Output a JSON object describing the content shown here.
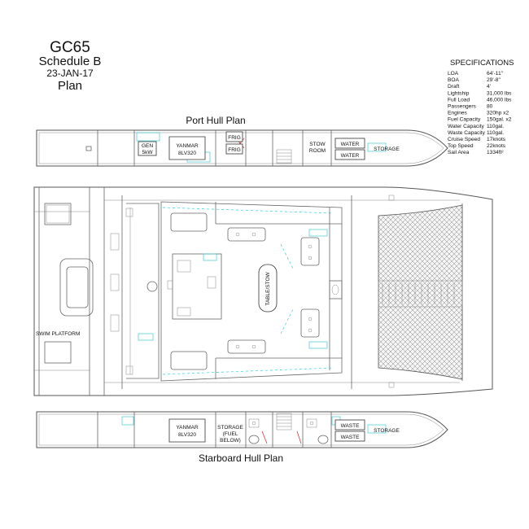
{
  "title": {
    "model": "GC65",
    "schedule": "Schedule B",
    "date": "23-JAN-17",
    "kind": "Plan"
  },
  "specifications": {
    "heading": "SPECIFICATIONS",
    "rows": [
      {
        "label": "LOA",
        "value": "64'-11\""
      },
      {
        "label": "BOA",
        "value": "29'-8\""
      },
      {
        "label": "Draft",
        "value": "4'"
      },
      {
        "label": "Lightship",
        "value": "31,000 lbs"
      },
      {
        "label": "Full Load",
        "value": "46,000 lbs"
      },
      {
        "label": "Passengers",
        "value": "80"
      },
      {
        "label": "Engines",
        "value": "320hp x2"
      },
      {
        "label": "Fuel Capacity",
        "value": "150gal. x2"
      },
      {
        "label": "Water Capacity",
        "value": "110gal."
      },
      {
        "label": "Waste Capacity",
        "value": "110gal."
      },
      {
        "label": "Cruise Speed",
        "value": "17knots"
      },
      {
        "label": "Top Speed",
        "value": "22knots"
      },
      {
        "label": "Sail Area",
        "value": "1334ft²"
      }
    ]
  },
  "port_hull": {
    "caption": "Port Hull Plan",
    "gen": [
      "GEN",
      "5kW"
    ],
    "engine": [
      "YANMAR",
      "8LV320"
    ],
    "frig_1": "FRIG",
    "frig_2": "FRIG",
    "stow": [
      "STOW",
      "ROOM"
    ],
    "water_1": "WATER",
    "water_2": "WATER",
    "storage": "STORAGE"
  },
  "deck": {
    "swim_platform": "SWIM PLATFORM",
    "table_stow": "TABLE/STOW"
  },
  "starboard_hull": {
    "caption": "Starboard Hull Plan",
    "engine": [
      "YANMAR",
      "8LV320"
    ],
    "storage_fuel": [
      "STORAGE",
      "(FUEL",
      "BELOW)"
    ],
    "waste_1": "WASTE",
    "waste_2": "WASTE",
    "storage": "STORAGE"
  }
}
